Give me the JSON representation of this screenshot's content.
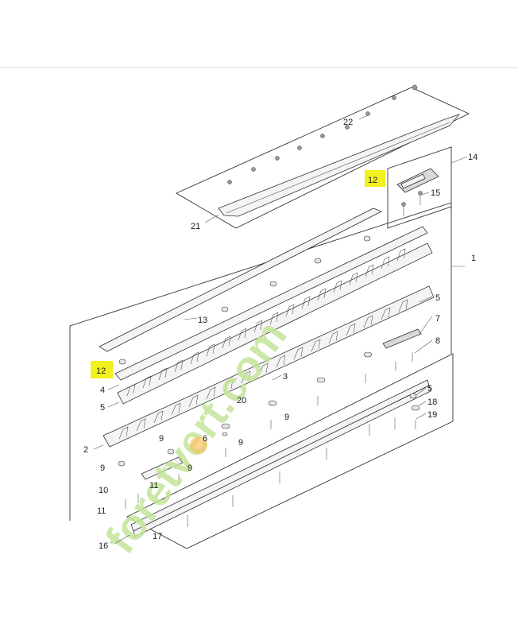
{
  "callouts": [
    {
      "id": "c22",
      "text": "22",
      "highlight": false
    },
    {
      "id": "c21",
      "text": "21",
      "highlight": false
    },
    {
      "id": "c12a",
      "text": "12",
      "highlight": true
    },
    {
      "id": "c14",
      "text": "14",
      "highlight": false
    },
    {
      "id": "c15",
      "text": "15",
      "highlight": false
    },
    {
      "id": "c1",
      "text": "1",
      "highlight": false
    },
    {
      "id": "c13",
      "text": "13",
      "highlight": false
    },
    {
      "id": "c5a",
      "text": "5",
      "highlight": false
    },
    {
      "id": "c7",
      "text": "7",
      "highlight": false
    },
    {
      "id": "c8",
      "text": "8",
      "highlight": false
    },
    {
      "id": "c12b",
      "text": "12",
      "highlight": true
    },
    {
      "id": "c4",
      "text": "4",
      "highlight": false
    },
    {
      "id": "c5b",
      "text": "5",
      "highlight": false
    },
    {
      "id": "c3",
      "text": "3",
      "highlight": false
    },
    {
      "id": "c5c",
      "text": "5",
      "highlight": false
    },
    {
      "id": "c18",
      "text": "18",
      "highlight": false
    },
    {
      "id": "c19",
      "text": "19",
      "highlight": false
    },
    {
      "id": "c20",
      "text": "20",
      "highlight": false
    },
    {
      "id": "c9a",
      "text": "9",
      "highlight": false
    },
    {
      "id": "c6",
      "text": "6",
      "highlight": false
    },
    {
      "id": "c9b",
      "text": "9",
      "highlight": false
    },
    {
      "id": "c9c",
      "text": "9",
      "highlight": false
    },
    {
      "id": "c2",
      "text": "2",
      "highlight": false
    },
    {
      "id": "c9d",
      "text": "9",
      "highlight": false
    },
    {
      "id": "c9e",
      "text": "9",
      "highlight": false
    },
    {
      "id": "c10",
      "text": "10",
      "highlight": false
    },
    {
      "id": "c11a",
      "text": "11",
      "highlight": false
    },
    {
      "id": "c11b",
      "text": "11",
      "highlight": false
    },
    {
      "id": "c16",
      "text": "16",
      "highlight": false
    },
    {
      "id": "c17",
      "text": "17",
      "highlight": false
    }
  ],
  "watermark": {
    "text": "foretvert.com",
    "colors": {
      "green": "#c4e59a",
      "orange": "#f7b84a"
    }
  },
  "colors": {
    "highlight": "#f2f01f",
    "line": "#333333",
    "divider": "#dddddd"
  }
}
